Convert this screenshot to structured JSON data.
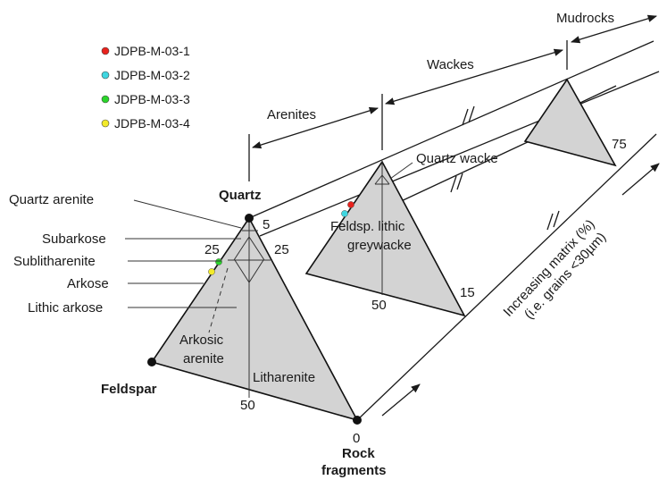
{
  "legend": {
    "items": [
      {
        "label": "JDPB-M-03-1",
        "color": "#e8221d"
      },
      {
        "label": "JDPB-M-03-2",
        "color": "#3fd6e0"
      },
      {
        "label": "JDPB-M-03-3",
        "color": "#2bd52b"
      },
      {
        "label": "JDPB-M-03-4",
        "color": "#f2ea2a"
      }
    ]
  },
  "categories": {
    "mudrocks": "Mudrocks",
    "wackes": "Wackes",
    "arenites": "Arenites"
  },
  "vertices": {
    "quartz": "Quartz",
    "feldspar": "Feldspar",
    "rock_fragments_1": "Rock",
    "rock_fragments_2": "fragments"
  },
  "classes": {
    "quartz_arenite": "Quartz arenite",
    "subarkose": "Subarkose",
    "sublitharenite": "Sublitharenite",
    "arkose": "Arkose",
    "lithic_arkose": "Lithic arkose",
    "arkosic_arenite_1": "Arkosic",
    "arkosic_arenite_2": "arenite",
    "litharenite": "Litharenite",
    "quartz_wacke": "Quartz wacke",
    "feldsp_lithic_1": "Feldsp. lithic",
    "feldsp_lithic_2": "greywacke"
  },
  "ticks": {
    "t5": "5",
    "t25_left": "25",
    "t25_right": "25",
    "t50_main": "50",
    "t50_mid": "50",
    "t15": "15",
    "t75": "75",
    "t0": "0"
  },
  "matrix_axis": {
    "line1": "Increasing matrix (%)",
    "line2": "(i.e. grains <30µm)"
  },
  "colors": {
    "triangle_fill": "#d3d3d3",
    "outline": "#111111"
  }
}
